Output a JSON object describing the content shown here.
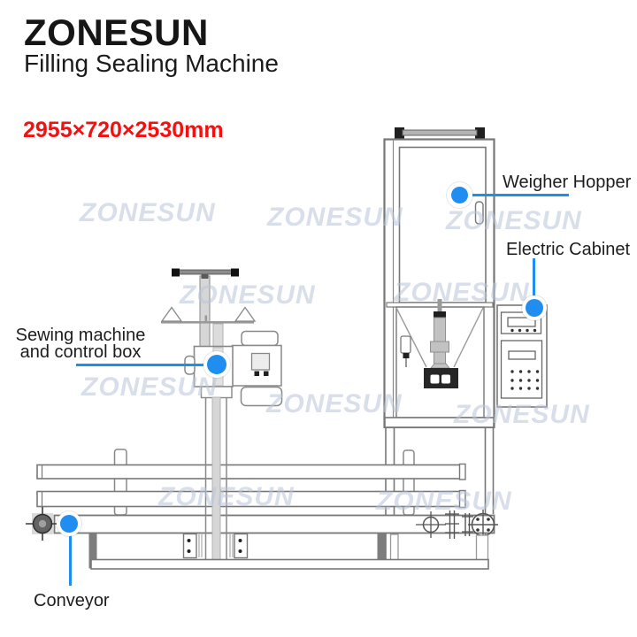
{
  "header": {
    "brand": "ZONESUN",
    "product": "Filling Sealing Machine",
    "dimensions": "2955×720×2530mm"
  },
  "callouts": {
    "weigher_hopper": "Weigher Hopper",
    "electric_cabinet": "Electric Cabinet",
    "sewing_machine_line1": "Sewing machine",
    "sewing_machine_line2": "and control box",
    "conveyor": "Conveyor"
  },
  "watermark": {
    "text": "ZONESUN"
  },
  "colors": {
    "accent_blue": "#1f8ef0",
    "dimension_red": "#f41010",
    "line_gray": "#777777",
    "watermark_gray": "#b9c6da"
  }
}
